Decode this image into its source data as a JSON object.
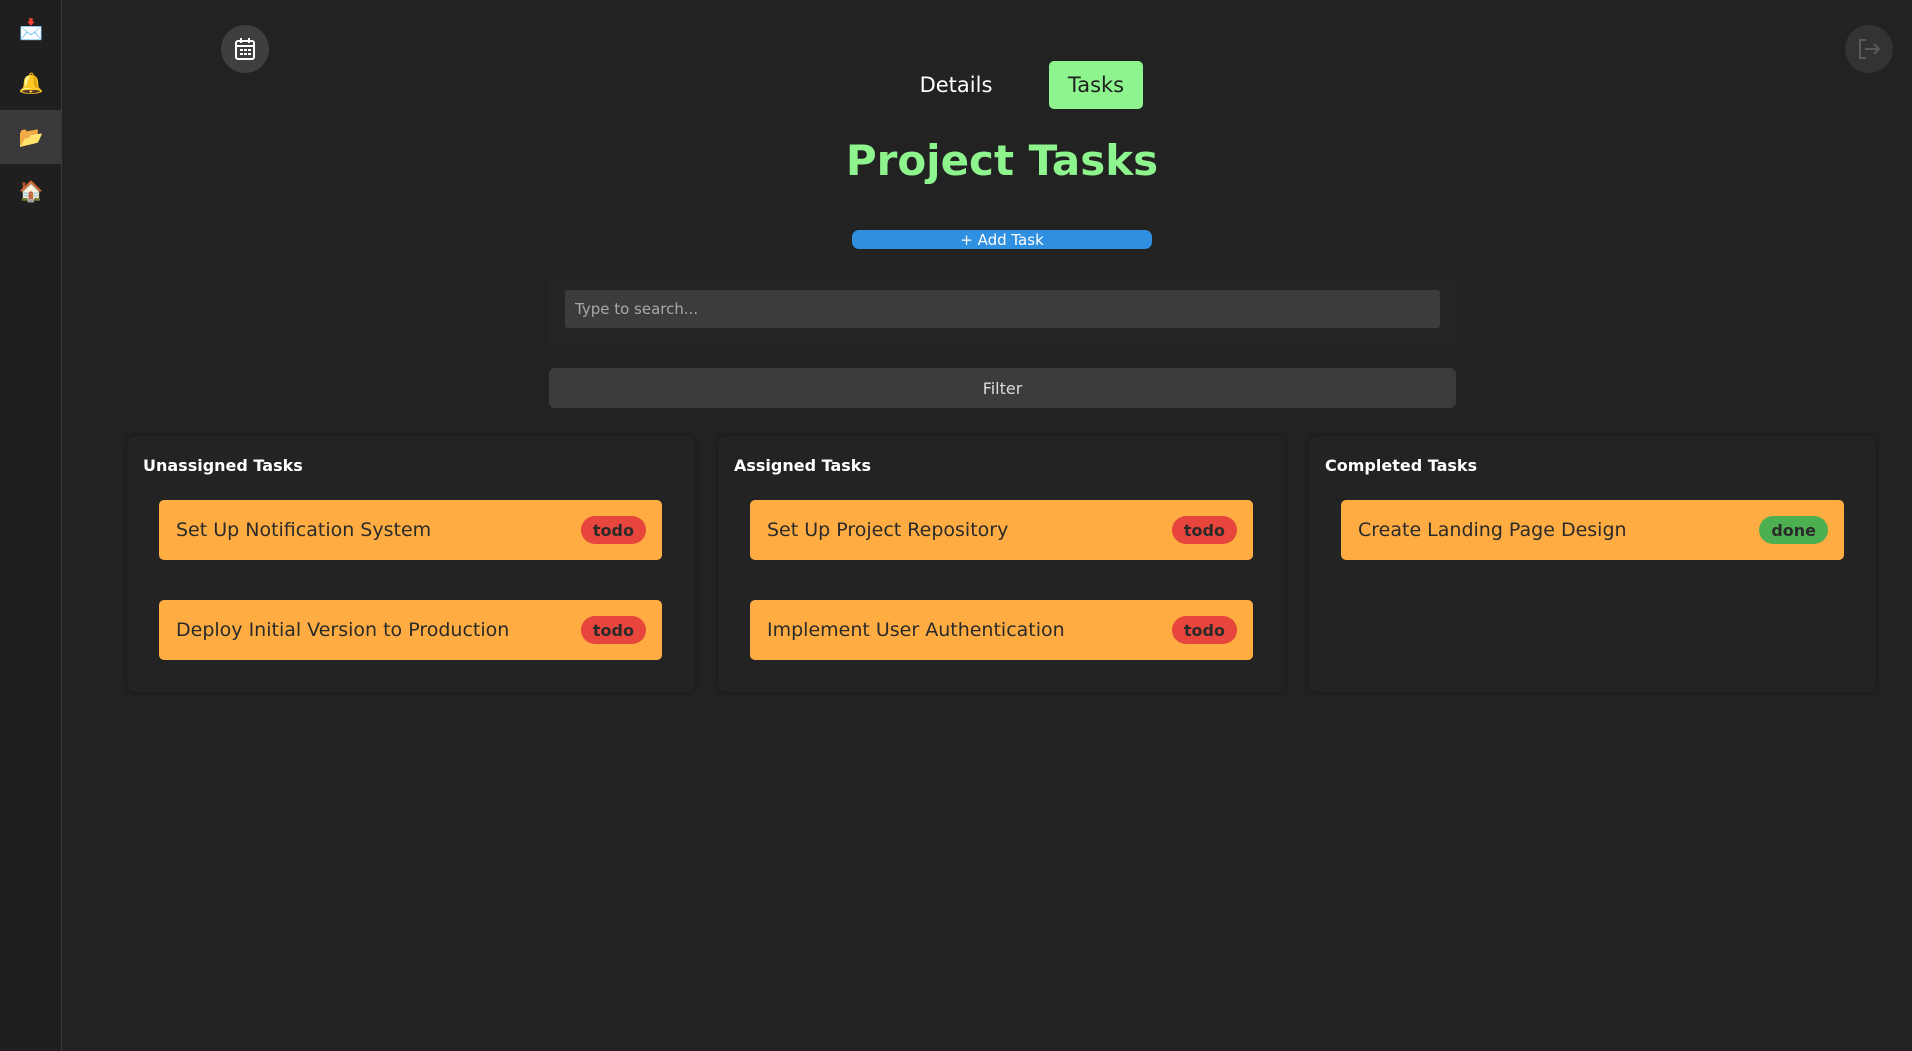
{
  "sidebar": {
    "items": [
      {
        "name": "inbox",
        "icon": "📩"
      },
      {
        "name": "notifications",
        "icon": "🔔"
      },
      {
        "name": "projects",
        "icon": "📂"
      },
      {
        "name": "home",
        "icon": "🏠"
      }
    ]
  },
  "tabs": {
    "details": "Details",
    "tasks": "Tasks"
  },
  "page": {
    "title": "Project Tasks",
    "add_task_label": "+ Add Task",
    "search_placeholder": "Type to search...",
    "filter_label": "Filter"
  },
  "columns": [
    {
      "title": "Unassigned Tasks",
      "tasks": [
        {
          "title": "Set Up Notification System",
          "status": "todo"
        },
        {
          "title": "Deploy Initial Version to Production",
          "status": "todo"
        }
      ]
    },
    {
      "title": "Assigned Tasks",
      "tasks": [
        {
          "title": "Set Up Project Repository",
          "status": "todo"
        },
        {
          "title": "Implement User Authentication",
          "status": "todo"
        }
      ]
    },
    {
      "title": "Completed Tasks",
      "tasks": [
        {
          "title": "Create Landing Page Design",
          "status": "done"
        }
      ]
    }
  ],
  "colors": {
    "accent_green": "#8ef58e",
    "add_button_blue": "#2f8fe0",
    "card_orange": "#ffad42",
    "todo_red": "#e8453c",
    "done_green": "#4caf50"
  }
}
